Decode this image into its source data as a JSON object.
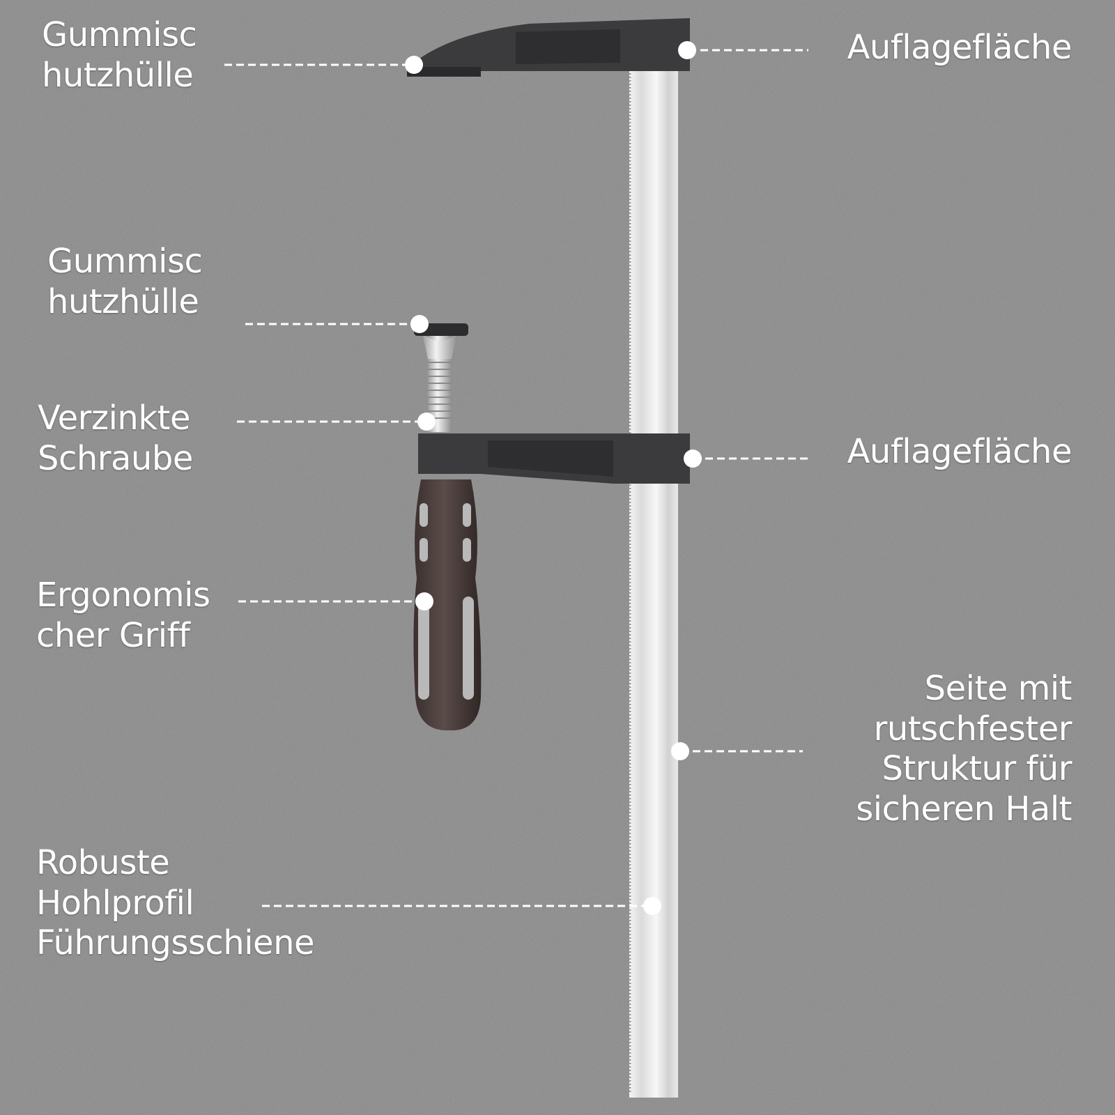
{
  "background": {
    "color": "#8a8a8a"
  },
  "colors": {
    "label_text": "#ffffff",
    "rail": "#e4e4e4",
    "jaw": "#3a3a3c",
    "handle": "#4a3d3b",
    "handle_insert": "#b9b9b9",
    "screw": "#c8c8c8"
  },
  "callouts": [
    {
      "id": "top-cap",
      "lines": [
        "Gummisc",
        "hutzhülle"
      ]
    },
    {
      "id": "top-face",
      "lines": [
        "Auflagefläche"
      ]
    },
    {
      "id": "screw-cap",
      "lines": [
        "Gummisc",
        "hutzhülle"
      ]
    },
    {
      "id": "screw",
      "lines": [
        "Verzinkte",
        "Schraube"
      ]
    },
    {
      "id": "lower-face",
      "lines": [
        "Auflagefläche"
      ]
    },
    {
      "id": "grip",
      "lines": [
        "Ergonomis",
        "cher Griff"
      ]
    },
    {
      "id": "side",
      "lines": [
        "Seite mit",
        "rutschfester",
        "Struktur für",
        "sicheren Halt"
      ]
    },
    {
      "id": "rail",
      "lines": [
        "Robuste",
        "Hohlprofil",
        "Führungsschiene"
      ]
    }
  ]
}
